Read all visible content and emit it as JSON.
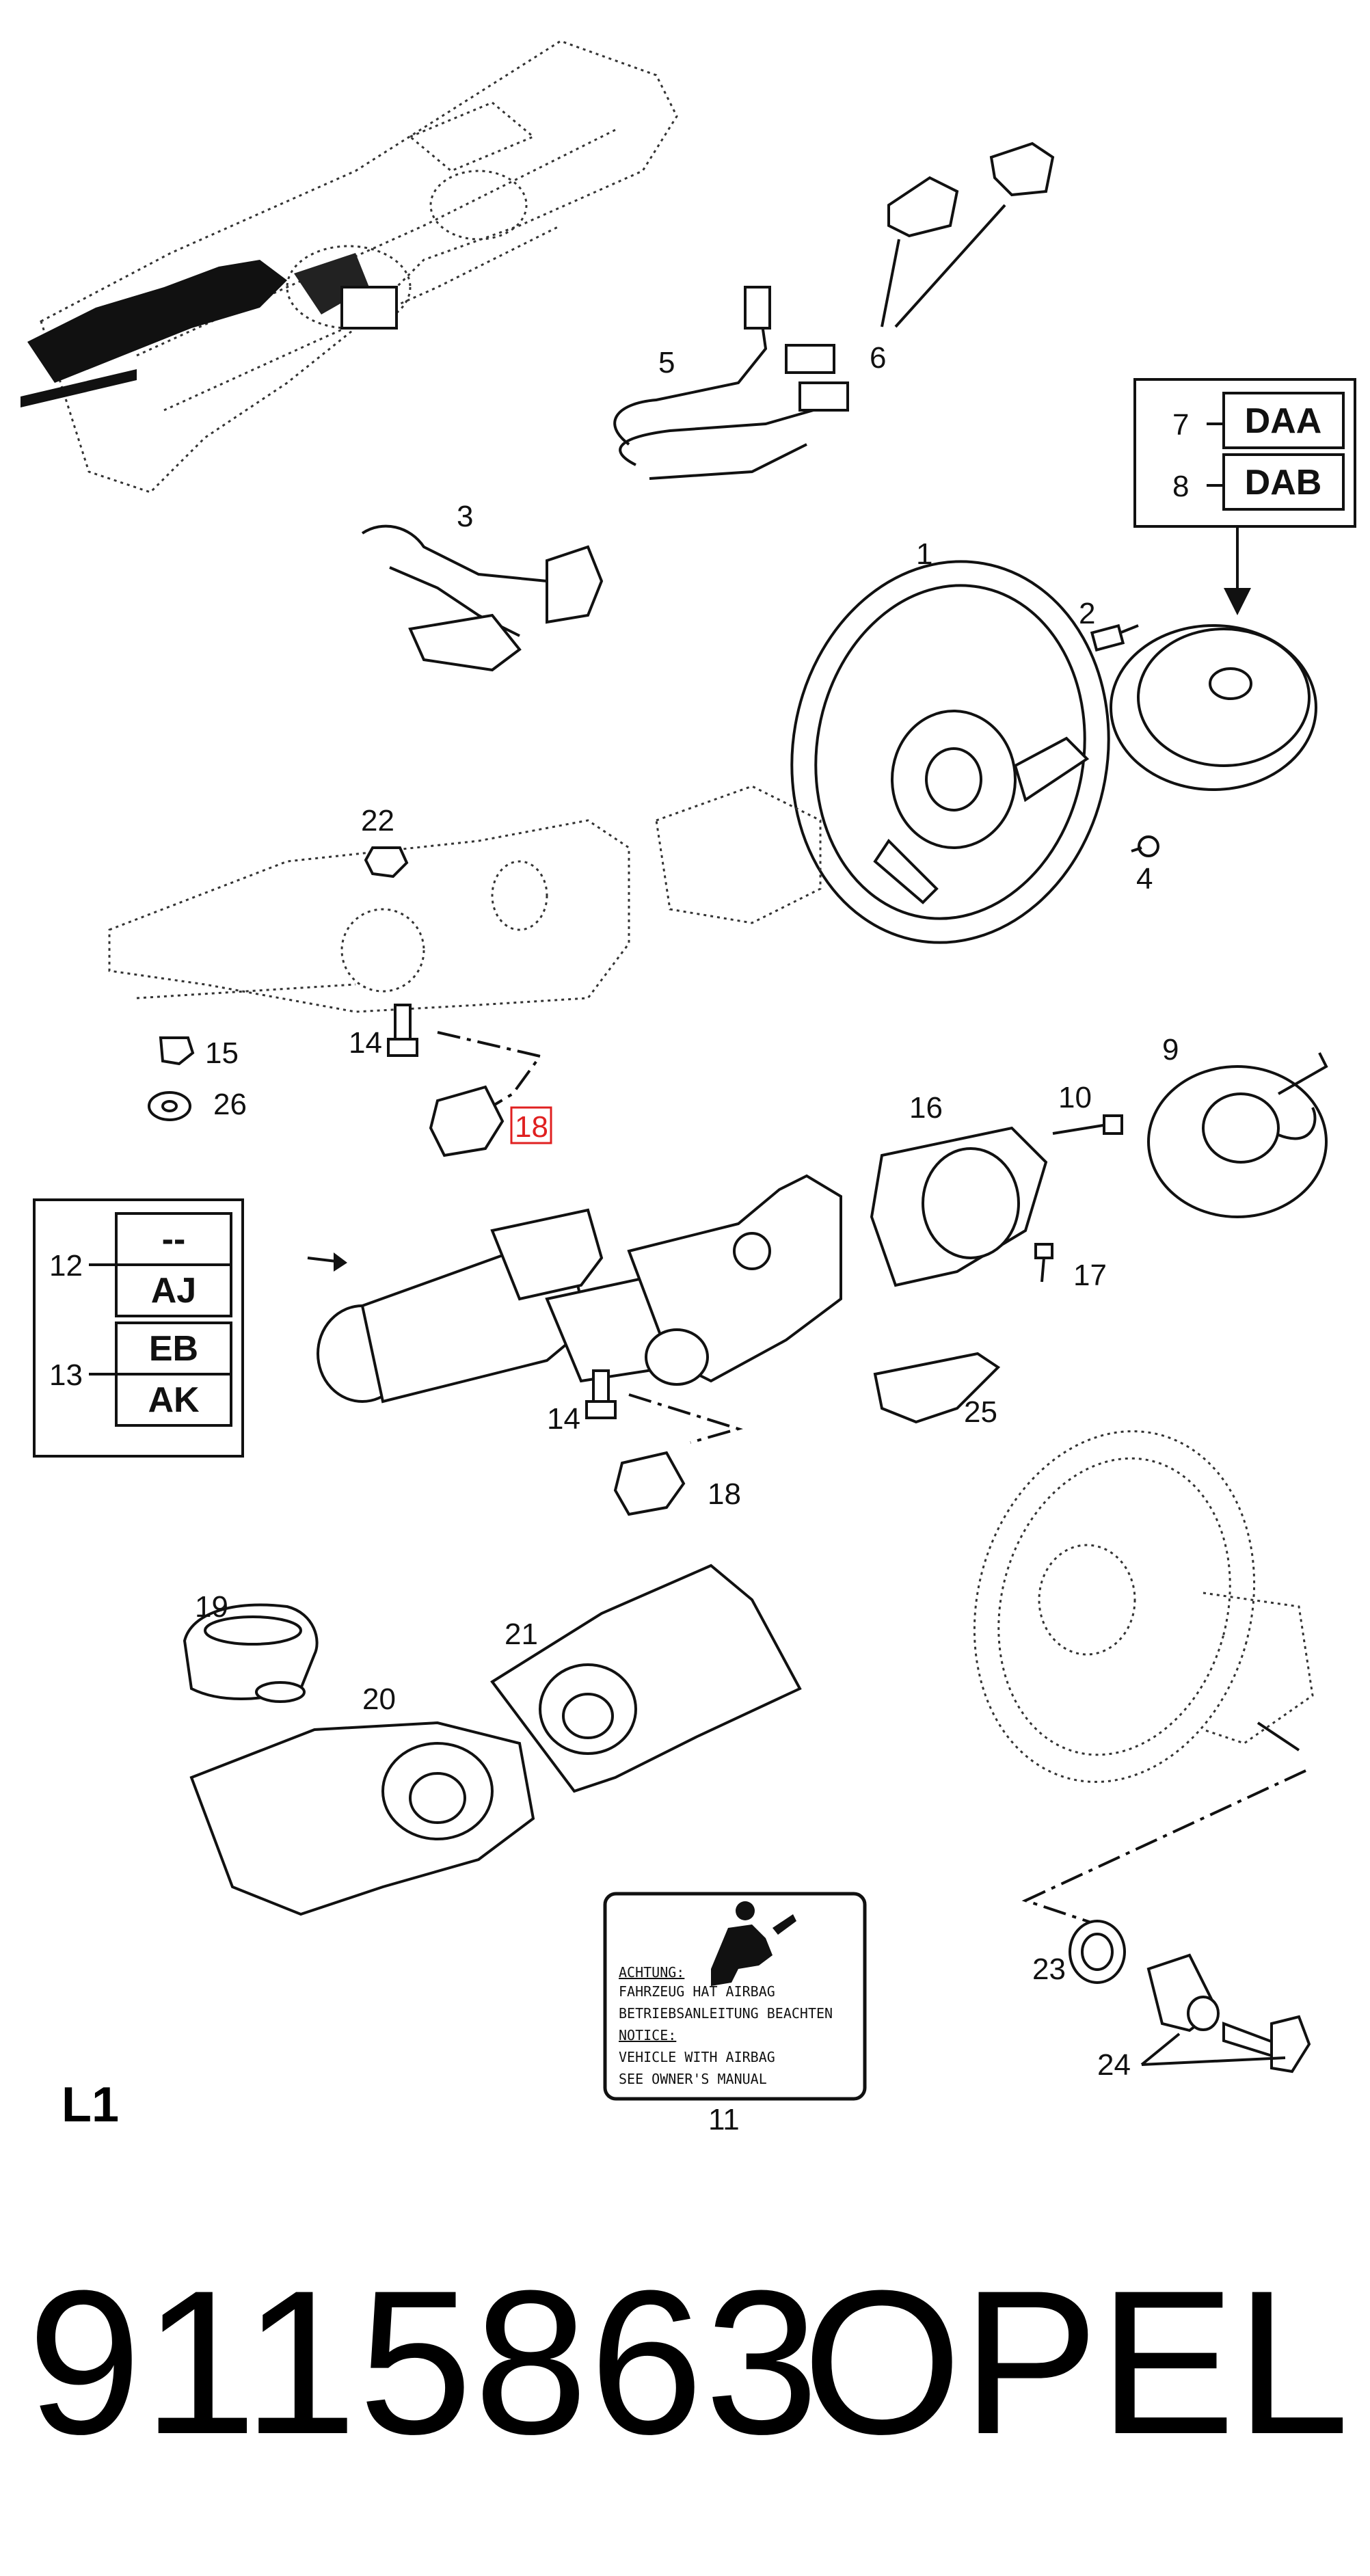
{
  "diagram": {
    "callouts": [
      {
        "id": "c1",
        "text": "1"
      },
      {
        "id": "c2",
        "text": "2"
      },
      {
        "id": "c3",
        "text": "3"
      },
      {
        "id": "c4",
        "text": "4"
      },
      {
        "id": "c5",
        "text": "5"
      },
      {
        "id": "c6",
        "text": "6"
      },
      {
        "id": "c9",
        "text": "9"
      },
      {
        "id": "c10",
        "text": "10"
      },
      {
        "id": "c11",
        "text": "11"
      },
      {
        "id": "c14a",
        "text": "14"
      },
      {
        "id": "c14b",
        "text": "14"
      },
      {
        "id": "c15",
        "text": "15"
      },
      {
        "id": "c16",
        "text": "16"
      },
      {
        "id": "c17",
        "text": "17"
      },
      {
        "id": "c18a",
        "text": "18"
      },
      {
        "id": "c18b",
        "text": "18"
      },
      {
        "id": "c19",
        "text": "19"
      },
      {
        "id": "c20",
        "text": "20"
      },
      {
        "id": "c21",
        "text": "21"
      },
      {
        "id": "c22",
        "text": "22"
      },
      {
        "id": "c23",
        "text": "23"
      },
      {
        "id": "c24",
        "text": "24"
      },
      {
        "id": "c25",
        "text": "25"
      },
      {
        "id": "c26",
        "text": "26"
      }
    ],
    "variant_box_top": {
      "rows": [
        {
          "num": "7",
          "code": "DAA"
        },
        {
          "num": "8",
          "code": "DAB"
        }
      ]
    },
    "variant_box_left": {
      "groups": [
        {
          "num": "12",
          "codes": [
            "--",
            "AJ"
          ]
        },
        {
          "num": "13",
          "codes": [
            "EB",
            "AK"
          ]
        }
      ]
    },
    "warning_label": {
      "lines": [
        "ACHTUNG:",
        "FAHRZEUG HAT AIRBAG",
        "BETRIEBSANLEITUNG BEACHTEN",
        "NOTICE:",
        "VEHICLE WITH AIRBAG",
        "SEE OWNER'S MANUAL"
      ]
    },
    "highlight_color": "#e02020"
  },
  "page_code": "L1",
  "part_number": "9115863",
  "brand": "OPEL"
}
